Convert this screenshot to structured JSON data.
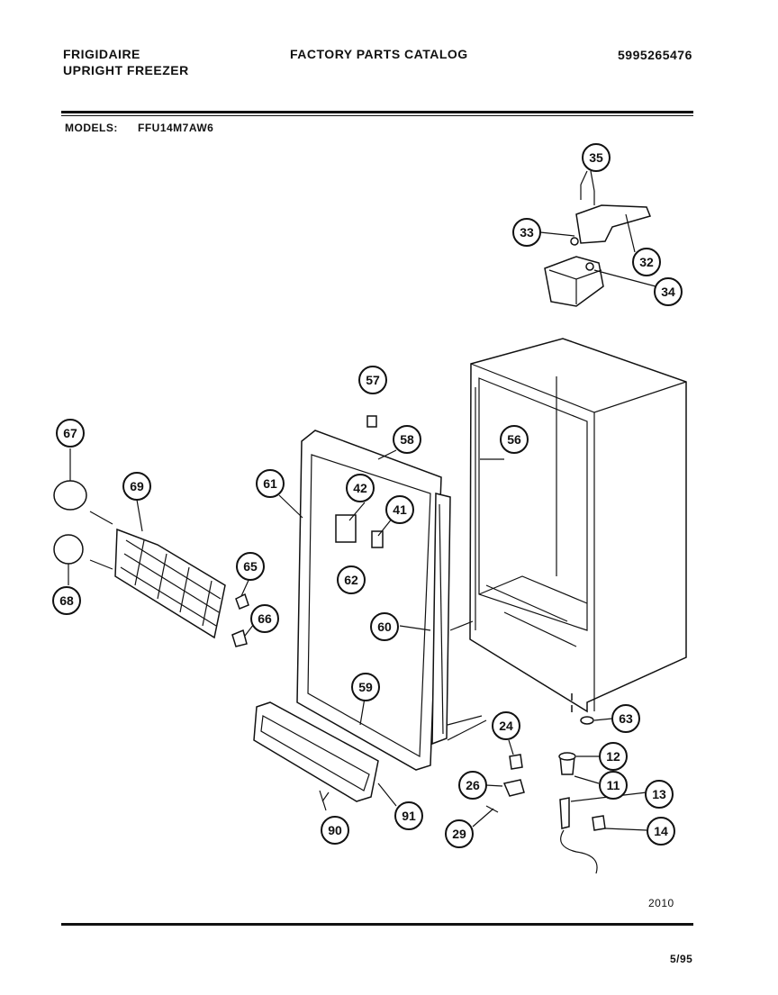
{
  "header": {
    "brand": "FRIGIDAIRE",
    "product": "UPRIGHT FREEZER",
    "catalog_title": "FACTORY PARTS CATALOG",
    "catalog_number": "5995265476"
  },
  "models": {
    "label": "MODELS:",
    "value": "FFU14M7AW6"
  },
  "figure_number": "2010",
  "footer": {
    "date": "5/95"
  },
  "callouts": [
    "11",
    "12",
    "13",
    "14",
    "24",
    "26",
    "29",
    "32",
    "33",
    "34",
    "35",
    "41",
    "42",
    "56",
    "57",
    "58",
    "59",
    "60",
    "61",
    "62",
    "63",
    "65",
    "66",
    "67",
    "68",
    "69",
    "90",
    "91"
  ]
}
